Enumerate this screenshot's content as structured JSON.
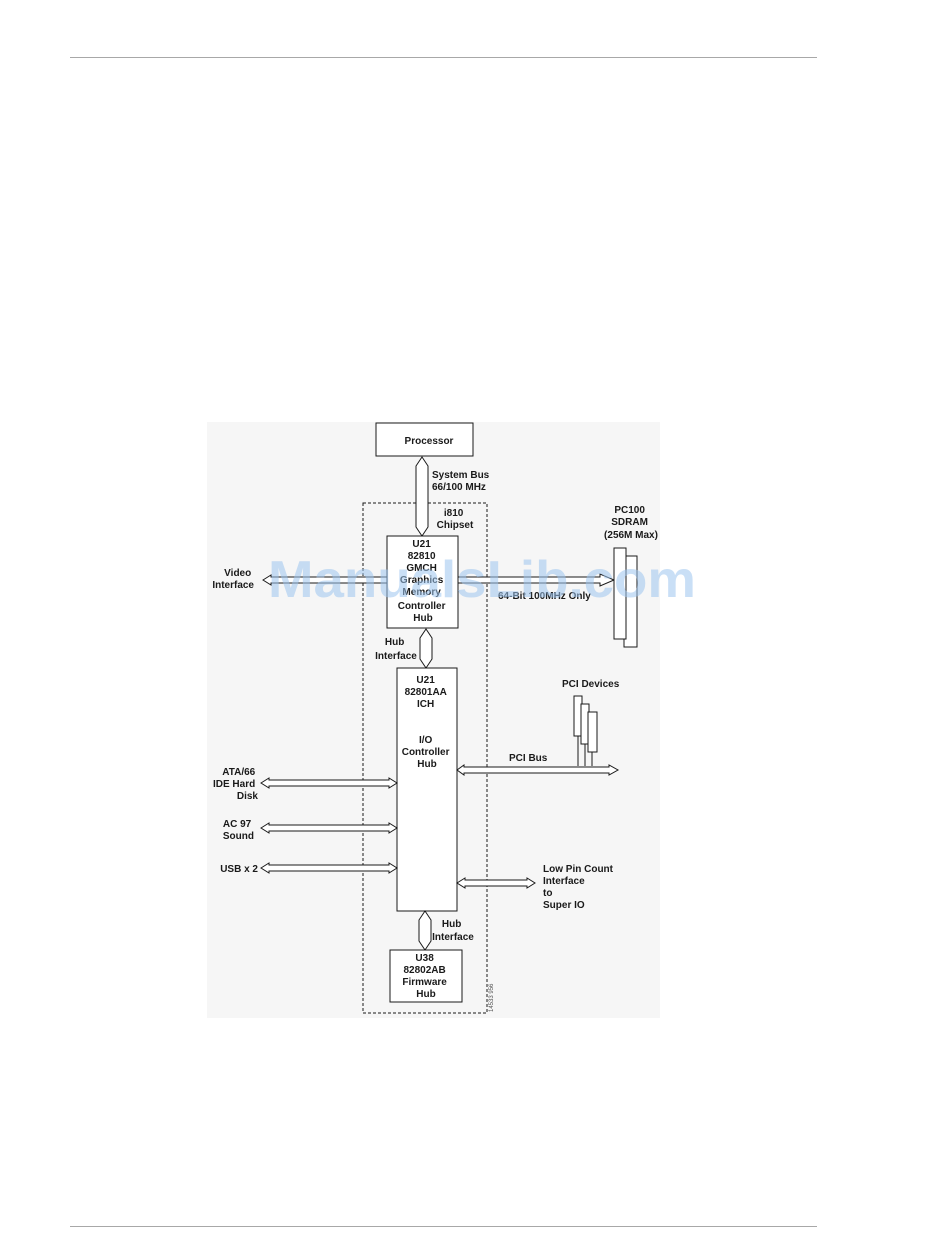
{
  "diagram": {
    "processor": "Processor",
    "system_bus": [
      "System Bus",
      "66/100 MHz"
    ],
    "chipset": [
      "i810",
      "Chipset"
    ],
    "gmch": [
      "U21",
      "82810",
      "GMCH",
      "Graphics",
      "Memory",
      "Controller",
      "Hub"
    ],
    "sdram": [
      "PC100",
      "SDRAM",
      "(256M Max)"
    ],
    "video_interface": [
      "Video",
      "Interface"
    ],
    "memory_bus": "64-Bit 100MHz Only",
    "hub_interface_top": [
      "Hub",
      "Interface"
    ],
    "ich": [
      "U21",
      "82801AA",
      "ICH",
      "",
      "I/O",
      "Controller",
      "Hub"
    ],
    "pci_devices": "PCI Devices",
    "pci_bus": "PCI Bus",
    "ide": [
      "ATA/66",
      "IDE Hard",
      "Disk"
    ],
    "ac97": [
      "AC 97",
      "Sound"
    ],
    "usb": "USB x 2",
    "lpc": [
      "Low Pin Count",
      "Interface",
      "to",
      "Super IO"
    ],
    "hub_interface_bottom": [
      "Hub",
      "Interface"
    ],
    "fwh": [
      "U38",
      "82802AB",
      "Firmware",
      "Hub"
    ],
    "figure_id": "14533 956",
    "watermark": "ManualsLib.com"
  },
  "colors": {
    "line": "#1a1a1a",
    "diagram_bg": "#f6f6f6",
    "watermark": "#9cc4ee",
    "rule": "#a8a8a8"
  }
}
